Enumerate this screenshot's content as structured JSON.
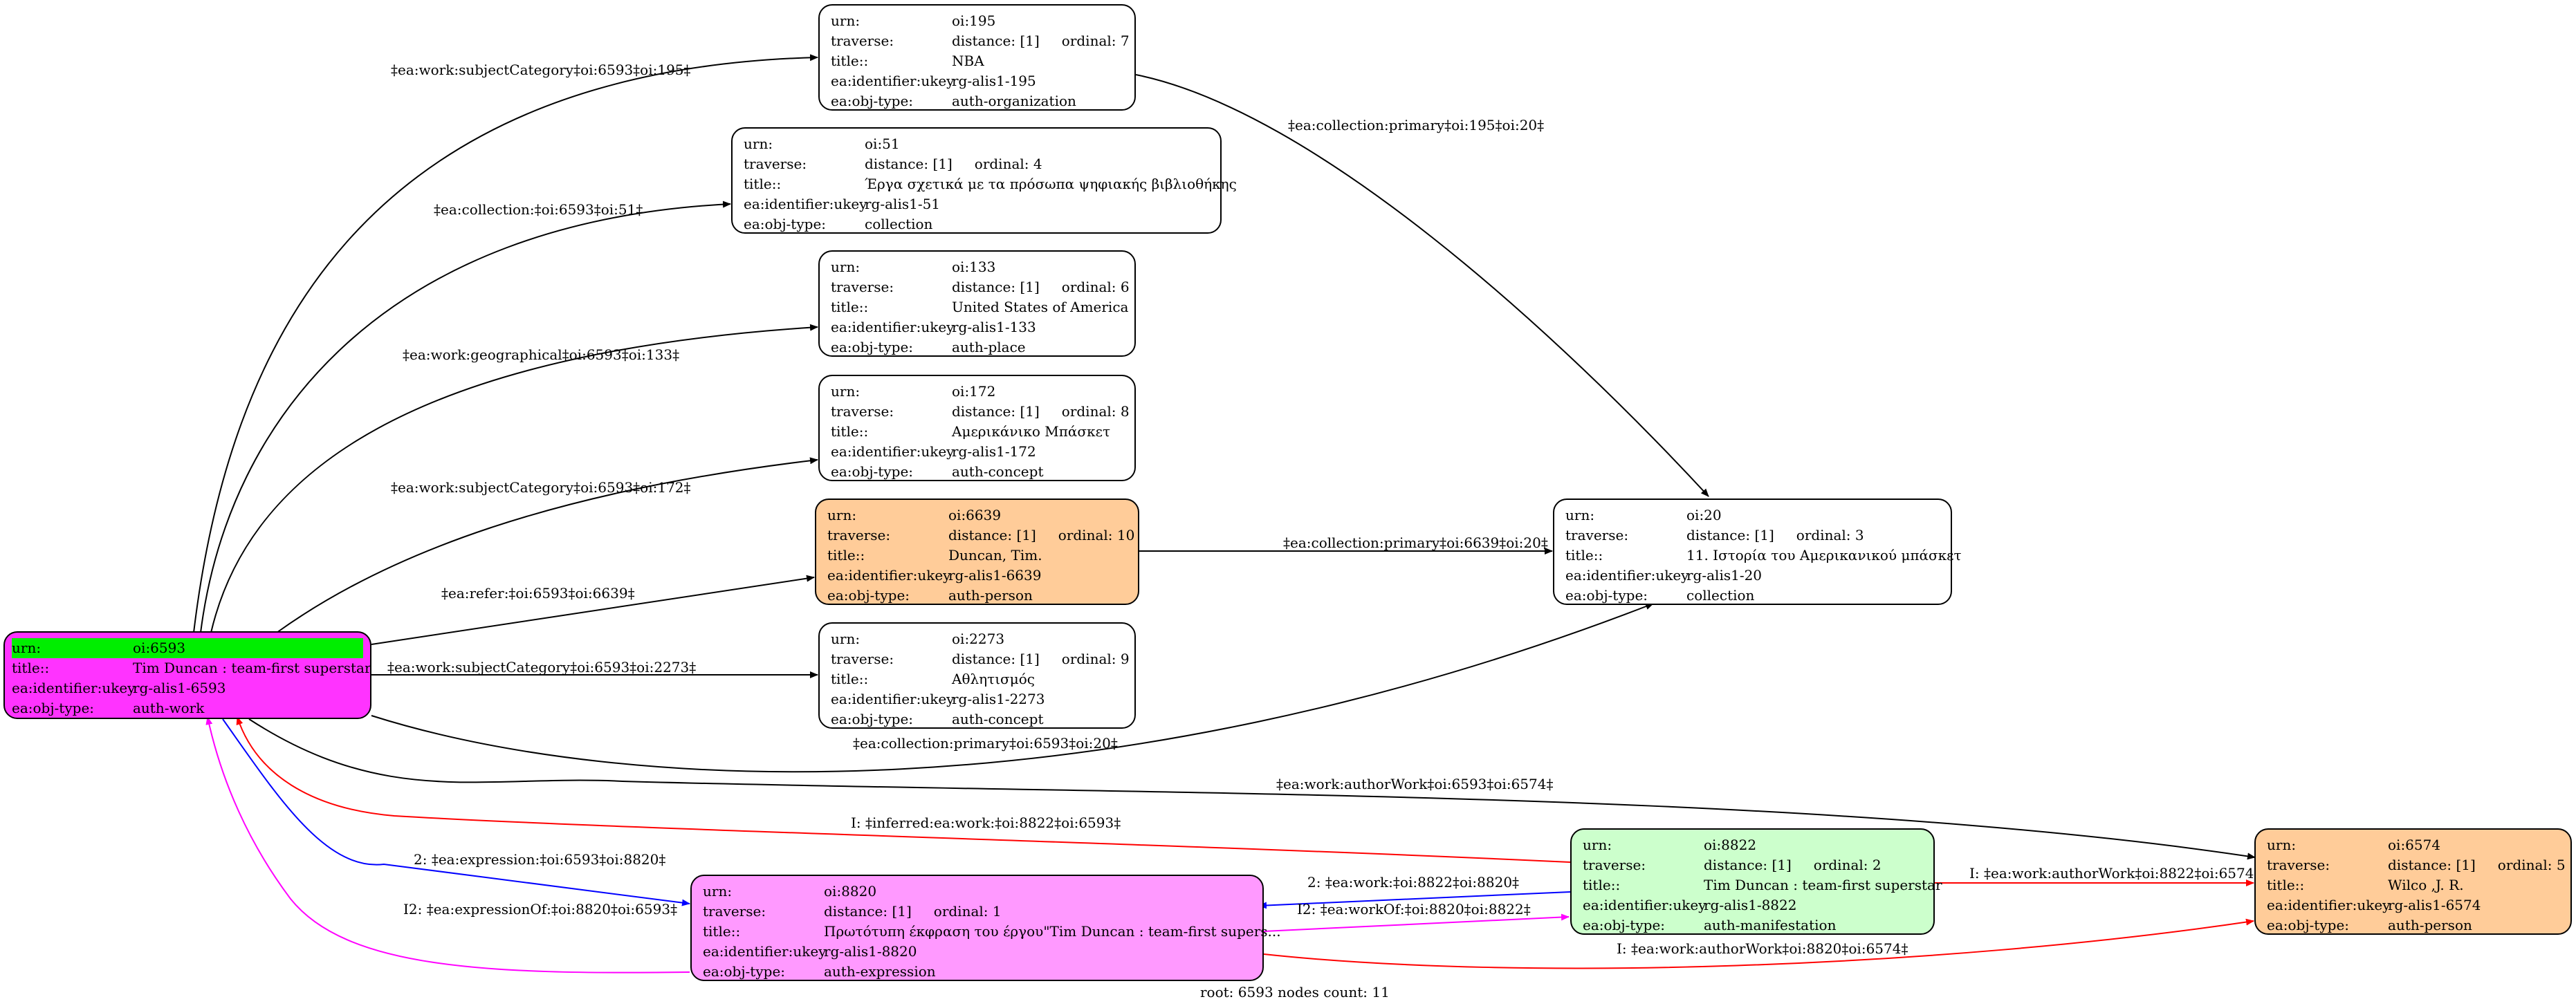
{
  "colors": {
    "root_fill": "#ff33ff",
    "root_urn_highlight": "#00ee00",
    "person_fill": "#ffcc99",
    "manifestation_fill": "#ccffcc",
    "expression_fill": "#ff99ff",
    "default_fill": "#ffffff",
    "edge_default": "#000000",
    "edge_inferred": "#ff0000",
    "edge_expression": "#0000ff",
    "edge_expression_of": "#ff00ff"
  },
  "labels": {
    "urn": "urn:",
    "traverse": "traverse:",
    "title": "title::",
    "ukey": "ea:identifier:ukey",
    "objtype": "ea:obj-type:"
  },
  "nodes": {
    "root": {
      "urn": "oi:6593",
      "title": "Tim Duncan : team-first superstar",
      "ukey": "rg-alis1-6593",
      "objtype": "auth-work"
    },
    "n195": {
      "urn": "oi:195",
      "distance": "distance: [1]",
      "ordinal": "ordinal: 7",
      "title": "NBA",
      "ukey": "rg-alis1-195",
      "objtype": "auth-organization"
    },
    "n51": {
      "urn": "oi:51",
      "distance": "distance: [1]",
      "ordinal": "ordinal: 4",
      "title": "Έργα σχετικά με τα πρόσωπα ψηφιακής βιβλιοθήκης",
      "ukey": "rg-alis1-51",
      "objtype": "collection"
    },
    "n133": {
      "urn": "oi:133",
      "distance": "distance: [1]",
      "ordinal": "ordinal: 6",
      "title": "United States of America",
      "ukey": "rg-alis1-133",
      "objtype": "auth-place"
    },
    "n172": {
      "urn": "oi:172",
      "distance": "distance: [1]",
      "ordinal": "ordinal: 8",
      "title": "Αμερικάνικο Μπάσκετ",
      "ukey": "rg-alis1-172",
      "objtype": "auth-concept"
    },
    "n6639": {
      "urn": "oi:6639",
      "distance": "distance: [1]",
      "ordinal": "ordinal: 10",
      "title": "Duncan, Tim.",
      "ukey": "rg-alis1-6639",
      "objtype": "auth-person"
    },
    "n2273": {
      "urn": "oi:2273",
      "distance": "distance: [1]",
      "ordinal": "ordinal: 9",
      "title": "Αθλητισμός",
      "ukey": "rg-alis1-2273",
      "objtype": "auth-concept"
    },
    "n20": {
      "urn": "oi:20",
      "distance": "distance: [1]",
      "ordinal": "ordinal: 3",
      "title": "11. Ιστορία του Αμερικανικού μπάσκετ",
      "ukey": "rg-alis1-20",
      "objtype": "collection"
    },
    "n8822": {
      "urn": "oi:8822",
      "distance": "distance: [1]",
      "ordinal": "ordinal: 2",
      "title": "Tim Duncan : team-first superstar",
      "ukey": "rg-alis1-8822",
      "objtype": "auth-manifestation"
    },
    "n8820": {
      "urn": "oi:8820",
      "distance": "distance: [1]",
      "ordinal": "ordinal: 1",
      "title": "Πρωτότυπη έκφραση του έργου\"Tim Duncan : team-first supers...",
      "ukey": "rg-alis1-8820",
      "objtype": "auth-expression"
    },
    "n6574": {
      "urn": "oi:6574",
      "distance": "distance: [1]",
      "ordinal": "ordinal: 5",
      "title": "Wilco ,J. R.",
      "ukey": "rg-alis1-6574",
      "objtype": "auth-person"
    }
  },
  "edges": {
    "e_subcat195": "‡ea:work:subjectCategory‡oi:6593‡oi:195‡",
    "e_coll51": "‡ea:collection:‡oi:6593‡oi:51‡",
    "e_geo133": "‡ea:work:geographical‡oi:6593‡oi:133‡",
    "e_subcat172": "‡ea:work:subjectCategory‡oi:6593‡oi:172‡",
    "e_refer6639": "‡ea:refer:‡oi:6593‡oi:6639‡",
    "e_subcat2273": "‡ea:work:subjectCategory‡oi:6593‡oi:2273‡",
    "e_prim195_20": "‡ea:collection:primary‡oi:195‡oi:20‡",
    "e_prim6639_20": "‡ea:collection:primary‡oi:6639‡oi:20‡",
    "e_prim6593_20": "‡ea:collection:primary‡oi:6593‡oi:20‡",
    "e_author6574": "‡ea:work:authorWork‡oi:6593‡oi:6574‡",
    "e_inferred": "I: ‡inferred:ea:work:‡oi:8822‡oi:6593‡",
    "e_expr": "2: ‡ea:expression:‡oi:6593‡oi:8820‡",
    "e_work8822": "2: ‡ea:work:‡oi:8822‡oi:8820‡",
    "e_workof": "I2: ‡ea:workOf:‡oi:8820‡oi:8822‡",
    "e_exprof": "I2: ‡ea:expressionOf:‡oi:8820‡oi:6593‡",
    "e_author8822": "I: ‡ea:work:authorWork‡oi:8822‡oi:6574‡",
    "e_author8820": "I: ‡ea:work:authorWork‡oi:8820‡oi:6574‡"
  },
  "footer": "root: 6593 nodes count: 11"
}
